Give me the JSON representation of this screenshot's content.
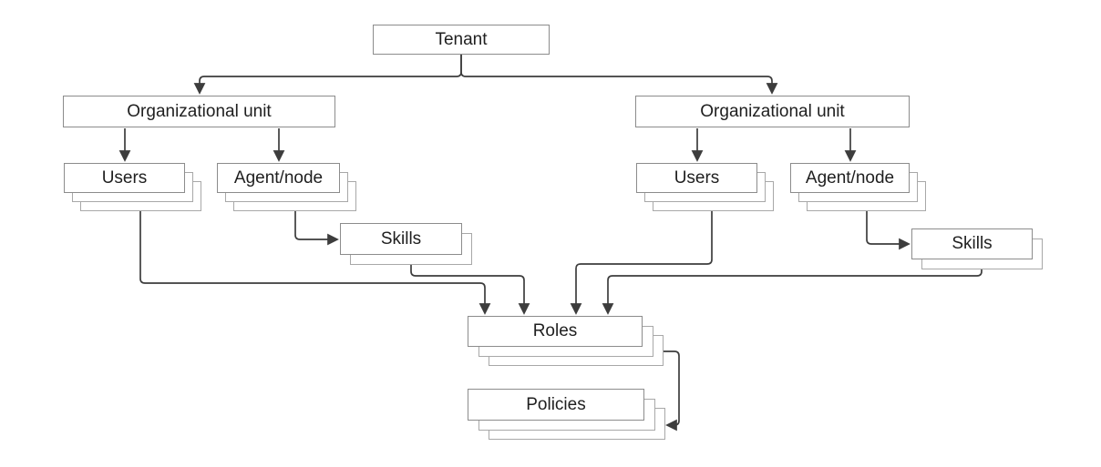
{
  "diagram": {
    "type": "hierarchy-diagram",
    "nodes": {
      "tenant": {
        "label": "Tenant",
        "copies": 1
      },
      "org_unit_left": {
        "label": "Organizational unit",
        "copies": 1
      },
      "org_unit_right": {
        "label": "Organizational unit",
        "copies": 1
      },
      "users_left": {
        "label": "Users",
        "copies": 3
      },
      "agent_node_left": {
        "label": "Agent/node",
        "copies": 3
      },
      "users_right": {
        "label": "Users",
        "copies": 3
      },
      "agent_node_right": {
        "label": "Agent/node",
        "copies": 3
      },
      "skills_left": {
        "label": "Skills",
        "copies": 2
      },
      "skills_right": {
        "label": "Skills",
        "copies": 2
      },
      "roles": {
        "label": "Roles",
        "copies": 3
      },
      "policies": {
        "label": "Policies",
        "copies": 3
      }
    },
    "edges": [
      {
        "from": "tenant",
        "to": "org_unit_left"
      },
      {
        "from": "tenant",
        "to": "org_unit_right"
      },
      {
        "from": "org_unit_left",
        "to": "users_left"
      },
      {
        "from": "org_unit_left",
        "to": "agent_node_left"
      },
      {
        "from": "org_unit_right",
        "to": "users_right"
      },
      {
        "from": "org_unit_right",
        "to": "agent_node_right"
      },
      {
        "from": "agent_node_left",
        "to": "skills_left"
      },
      {
        "from": "agent_node_right",
        "to": "skills_right"
      },
      {
        "from": "users_left",
        "to": "roles"
      },
      {
        "from": "skills_left",
        "to": "roles"
      },
      {
        "from": "users_right",
        "to": "roles"
      },
      {
        "from": "skills_right",
        "to": "roles"
      },
      {
        "from": "roles",
        "to": "policies"
      }
    ],
    "colors": {
      "canvas_bg": "#ffffff",
      "box_fill": "#ffffff",
      "box_border": "#8c8c8c",
      "stack_border": "#a8a8a8",
      "connector": "#3d3d3d",
      "text": "#1f1f1f"
    }
  }
}
